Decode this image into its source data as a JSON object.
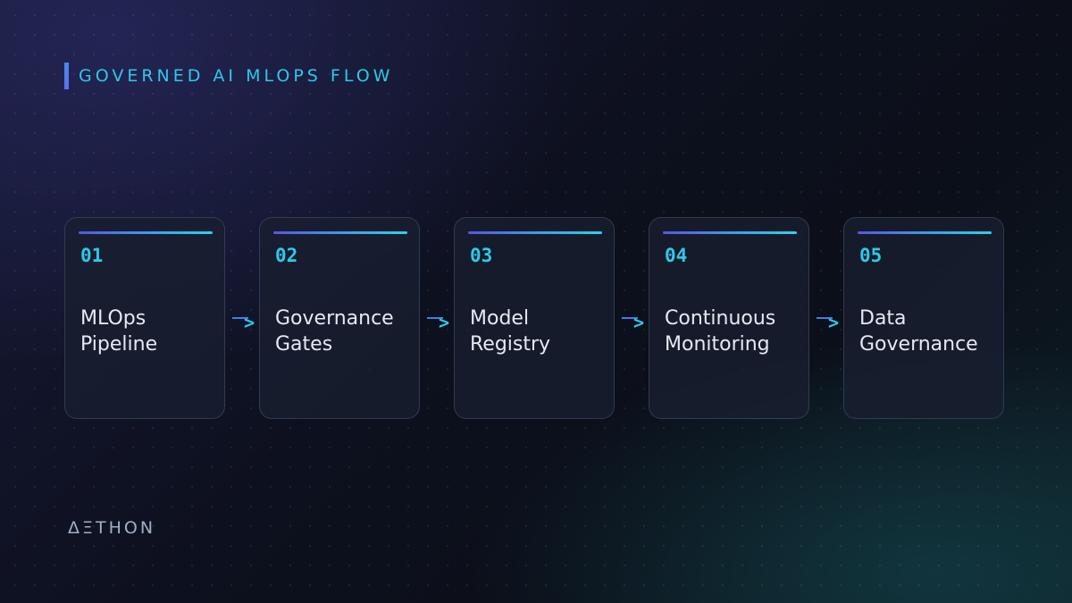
{
  "header": {
    "title": "GOVERNED AI MLOPS FLOW"
  },
  "steps": [
    {
      "number": "01",
      "title_line1": "MLOps",
      "title_line2": "Pipeline"
    },
    {
      "number": "02",
      "title_line1": "Governance",
      "title_line2": "Gates"
    },
    {
      "number": "03",
      "title_line1": "Model",
      "title_line2": "Registry"
    },
    {
      "number": "04",
      "title_line1": "Continuous",
      "title_line2": "Monitoring"
    },
    {
      "number": "05",
      "title_line1": "Data",
      "title_line2": "Governance"
    }
  ],
  "connector_glyph": ">",
  "brand": {
    "name": "ΔΞTHON"
  },
  "colors": {
    "accent": "#2fc8e8",
    "accent_secondary": "#5a55e0",
    "text": "#e6e9f2",
    "background": "#0d101e"
  }
}
